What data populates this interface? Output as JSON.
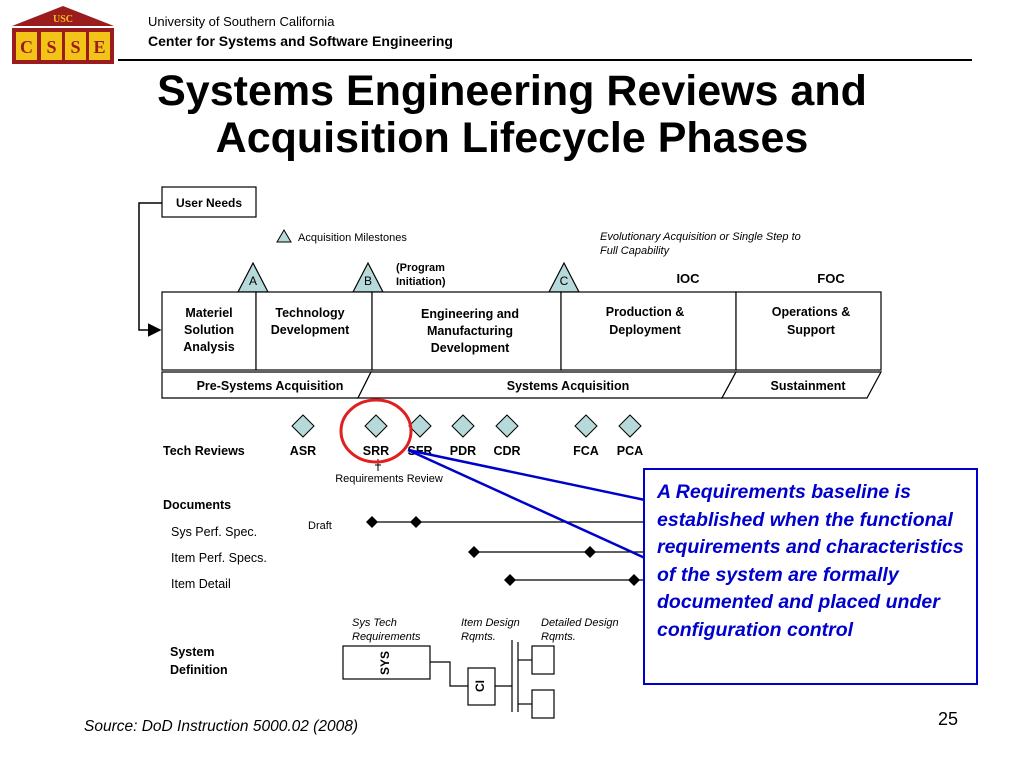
{
  "header": {
    "institution": "University of Southern California",
    "center": "Center for Systems and Software Engineering",
    "logo": {
      "top_text": "USC",
      "letters": [
        "C",
        "S",
        "S",
        "E"
      ]
    }
  },
  "title": {
    "line1": "Systems Engineering Reviews and",
    "line2": "Acquisition Lifecycle Phases"
  },
  "diagram": {
    "user_needs": "User Needs",
    "milestone_legend": "Acquisition Milestones",
    "evolutionary_note": {
      "line1": "Evolutionary Acquisition or Single Step to",
      "line2": "Full Capability"
    },
    "program_initiation": {
      "line1": "(Program",
      "line2": "Initiation)"
    },
    "milestones": {
      "a": "A",
      "b": "B",
      "c": "C"
    },
    "ioc": "IOC",
    "foc": "FOC",
    "phases": {
      "msa": [
        "Materiel",
        "Solution",
        "Analysis"
      ],
      "td": [
        "Technology",
        "Development"
      ],
      "emd": [
        "Engineering and",
        "Manufacturing",
        "Development"
      ],
      "pd": [
        "Production &",
        "Deployment"
      ],
      "os": [
        "Operations &",
        "Support"
      ]
    },
    "bands": {
      "pre": "Pre-Systems Acquisition",
      "sys": "Systems Acquisition",
      "sus": "Sustainment"
    },
    "tech_reviews_label": "Tech Reviews",
    "reviews": {
      "asr": "ASR",
      "srr": "SRR",
      "sfr": "SFR",
      "pdr": "PDR",
      "cdr": "CDR",
      "fca": "FCA",
      "pca": "PCA"
    },
    "requirements_review": "Requirements Review",
    "documents_label": "Documents",
    "docs": {
      "sys_perf": "Sys Perf. Spec.",
      "item_perf": "Item Perf. Specs.",
      "item_detail": "Item Detail"
    },
    "draft": "Draft",
    "spec_columns": {
      "sys_tech": {
        "line1": "Sys Tech",
        "line2": "Requirements"
      },
      "item_design": {
        "line1": "Item Design",
        "line2": "Rqmts."
      },
      "detailed_design": {
        "line1": "Detailed Design",
        "line2": "Rqmts."
      }
    },
    "system_definition": {
      "line1": "System",
      "line2": "Definition"
    },
    "sys_box": "SYS",
    "ci_box": "CI"
  },
  "callout": {
    "text": "A Requirements baseline is established when the functional requirements and characteristics of the system are formally documented and placed under configuration control"
  },
  "footer": {
    "source": "Source: DoD Instruction 5000.02 (2008)",
    "page_number": "25"
  },
  "colors": {
    "logo_maroon": "#9b1c1c",
    "logo_gold": "#f2c418",
    "milestone_fill": "#b6d9d9",
    "callout_blue": "#0000cc",
    "highlight_red": "#e02020"
  }
}
